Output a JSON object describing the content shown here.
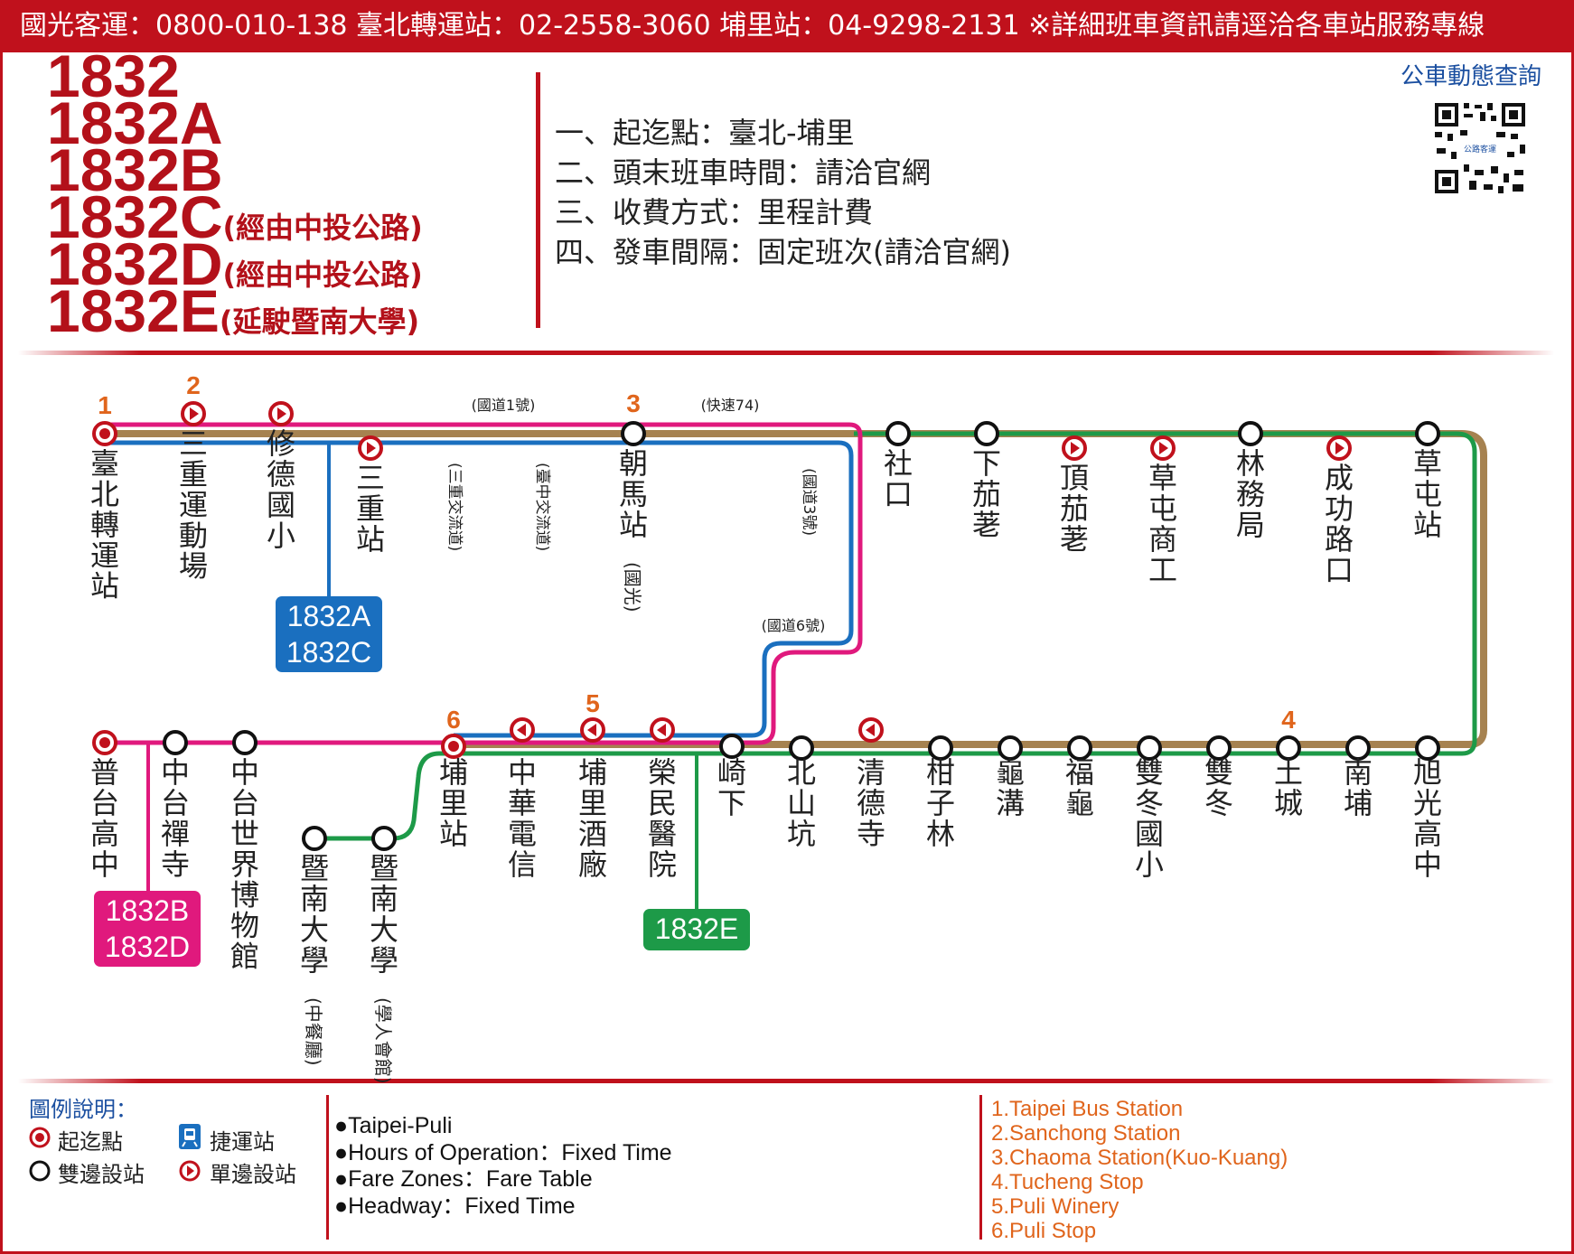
{
  "header": {
    "text": "國光客運：0800-010-138  臺北轉運站：02-2558-3060  埔里站：04-9298-2131  ※詳細班車資訊請逕洽各車站服務專線"
  },
  "routes": [
    {
      "number": "1832",
      "note": ""
    },
    {
      "number": "1832A",
      "note": ""
    },
    {
      "number": "1832B",
      "note": ""
    },
    {
      "number": "1832C",
      "note": "(經由中投公路)"
    },
    {
      "number": "1832D",
      "note": "(經由中投公路)"
    },
    {
      "number": "1832E",
      "note": "(延駛暨南大學)"
    }
  ],
  "info": [
    "一、起迄點：臺北-埔里",
    "二、頭末班車時間：請洽官網",
    "三、收費方式：里程計費",
    "四、發車間隔：固定班次(請洽官網)"
  ],
  "qr": {
    "label": "公車動態查詢",
    "center_text": "公路客運"
  },
  "colors": {
    "brand_red": "#c0111c",
    "brown": "#a68250",
    "pink": "#e0197d",
    "blue": "#1a6fbf",
    "green": "#1d9a48",
    "orange": "#e0651c"
  },
  "diagram": {
    "top_stops": [
      {
        "name": "臺北轉運站",
        "type": "terminal",
        "num": "1"
      },
      {
        "name": "三重運動場",
        "type": "one-way",
        "num": "2"
      },
      {
        "name": "修德國小",
        "type": "one-way",
        "num": ""
      },
      {
        "name": "三重站",
        "type": "one-way",
        "num": ""
      },
      {
        "name": "朝馬站",
        "sub": "(國光)",
        "type": "two-way",
        "num": "3"
      },
      {
        "name": "社口",
        "type": "two-way",
        "num": ""
      },
      {
        "name": "下茄荖",
        "type": "two-way",
        "num": ""
      },
      {
        "name": "頂茄荖",
        "type": "one-way",
        "num": ""
      },
      {
        "name": "草屯商工",
        "type": "one-way",
        "num": ""
      },
      {
        "name": "林務局",
        "type": "two-way",
        "num": ""
      },
      {
        "name": "成功路口",
        "type": "one-way",
        "num": ""
      },
      {
        "name": "草屯站",
        "type": "two-way",
        "num": ""
      }
    ],
    "bottom_stops": [
      {
        "name": "普台高中",
        "type": "terminal",
        "num": ""
      },
      {
        "name": "中台禪寺",
        "type": "two-way",
        "num": ""
      },
      {
        "name": "中台世界博物館",
        "type": "two-way",
        "num": ""
      },
      {
        "name": "暨南大學",
        "sub": "(中餐廳)",
        "type": "two-way",
        "num": ""
      },
      {
        "name": "暨南大學",
        "sub": "(學人會館)",
        "type": "two-way",
        "num": ""
      },
      {
        "name": "埔里站",
        "type": "terminal",
        "num": "6"
      },
      {
        "name": "中華電信",
        "type": "one-way",
        "num": ""
      },
      {
        "name": "埔里酒廠",
        "type": "one-way",
        "num": "5"
      },
      {
        "name": "榮民醫院",
        "type": "one-way",
        "num": ""
      },
      {
        "name": "崎下",
        "type": "two-way",
        "num": ""
      },
      {
        "name": "北山坑",
        "type": "two-way",
        "num": ""
      },
      {
        "name": "清德寺",
        "type": "one-way",
        "num": ""
      },
      {
        "name": "柑子林",
        "type": "two-way",
        "num": ""
      },
      {
        "name": "龜溝",
        "type": "two-way",
        "num": ""
      },
      {
        "name": "福龜",
        "type": "two-way",
        "num": ""
      },
      {
        "name": "雙冬國小",
        "type": "two-way",
        "num": ""
      },
      {
        "name": "雙冬",
        "type": "two-way",
        "num": ""
      },
      {
        "name": "土城",
        "type": "two-way",
        "num": "4"
      },
      {
        "name": "南埔",
        "type": "two-way",
        "num": ""
      },
      {
        "name": "旭光高中",
        "type": "two-way",
        "num": ""
      }
    ],
    "road_labels": [
      "(國道1號)",
      "(快速74)",
      "(三重交流道)",
      "(臺中交流道)",
      "(國道3號)",
      "(國道6號)"
    ],
    "badges": [
      {
        "lines": [
          "1832A",
          "1832C"
        ],
        "color": "#1a6fbf"
      },
      {
        "lines": [
          "1832B",
          "1832D"
        ],
        "color": "#e0197d"
      },
      {
        "lines": [
          "1832E"
        ],
        "color": "#1d9a48"
      }
    ]
  },
  "legend": {
    "title": "圖例說明：",
    "items": {
      "terminal": "起迄點",
      "mrt": "捷運站",
      "two_way": "雙邊設站",
      "one_way": "單邊設站"
    }
  },
  "english_info": [
    "●Taipei-Puli",
    "●Hours of Operation：Fixed Time",
    "●Fare Zones：Fare Table",
    "●Headway：Fixed Time"
  ],
  "english_stops": [
    "1.Taipei Bus Station",
    "2.Sanchong Station",
    "3.Chaoma Station(Kuo-Kuang)",
    "4.Tucheng Stop",
    "5.Puli Winery",
    "6.Puli Stop"
  ]
}
